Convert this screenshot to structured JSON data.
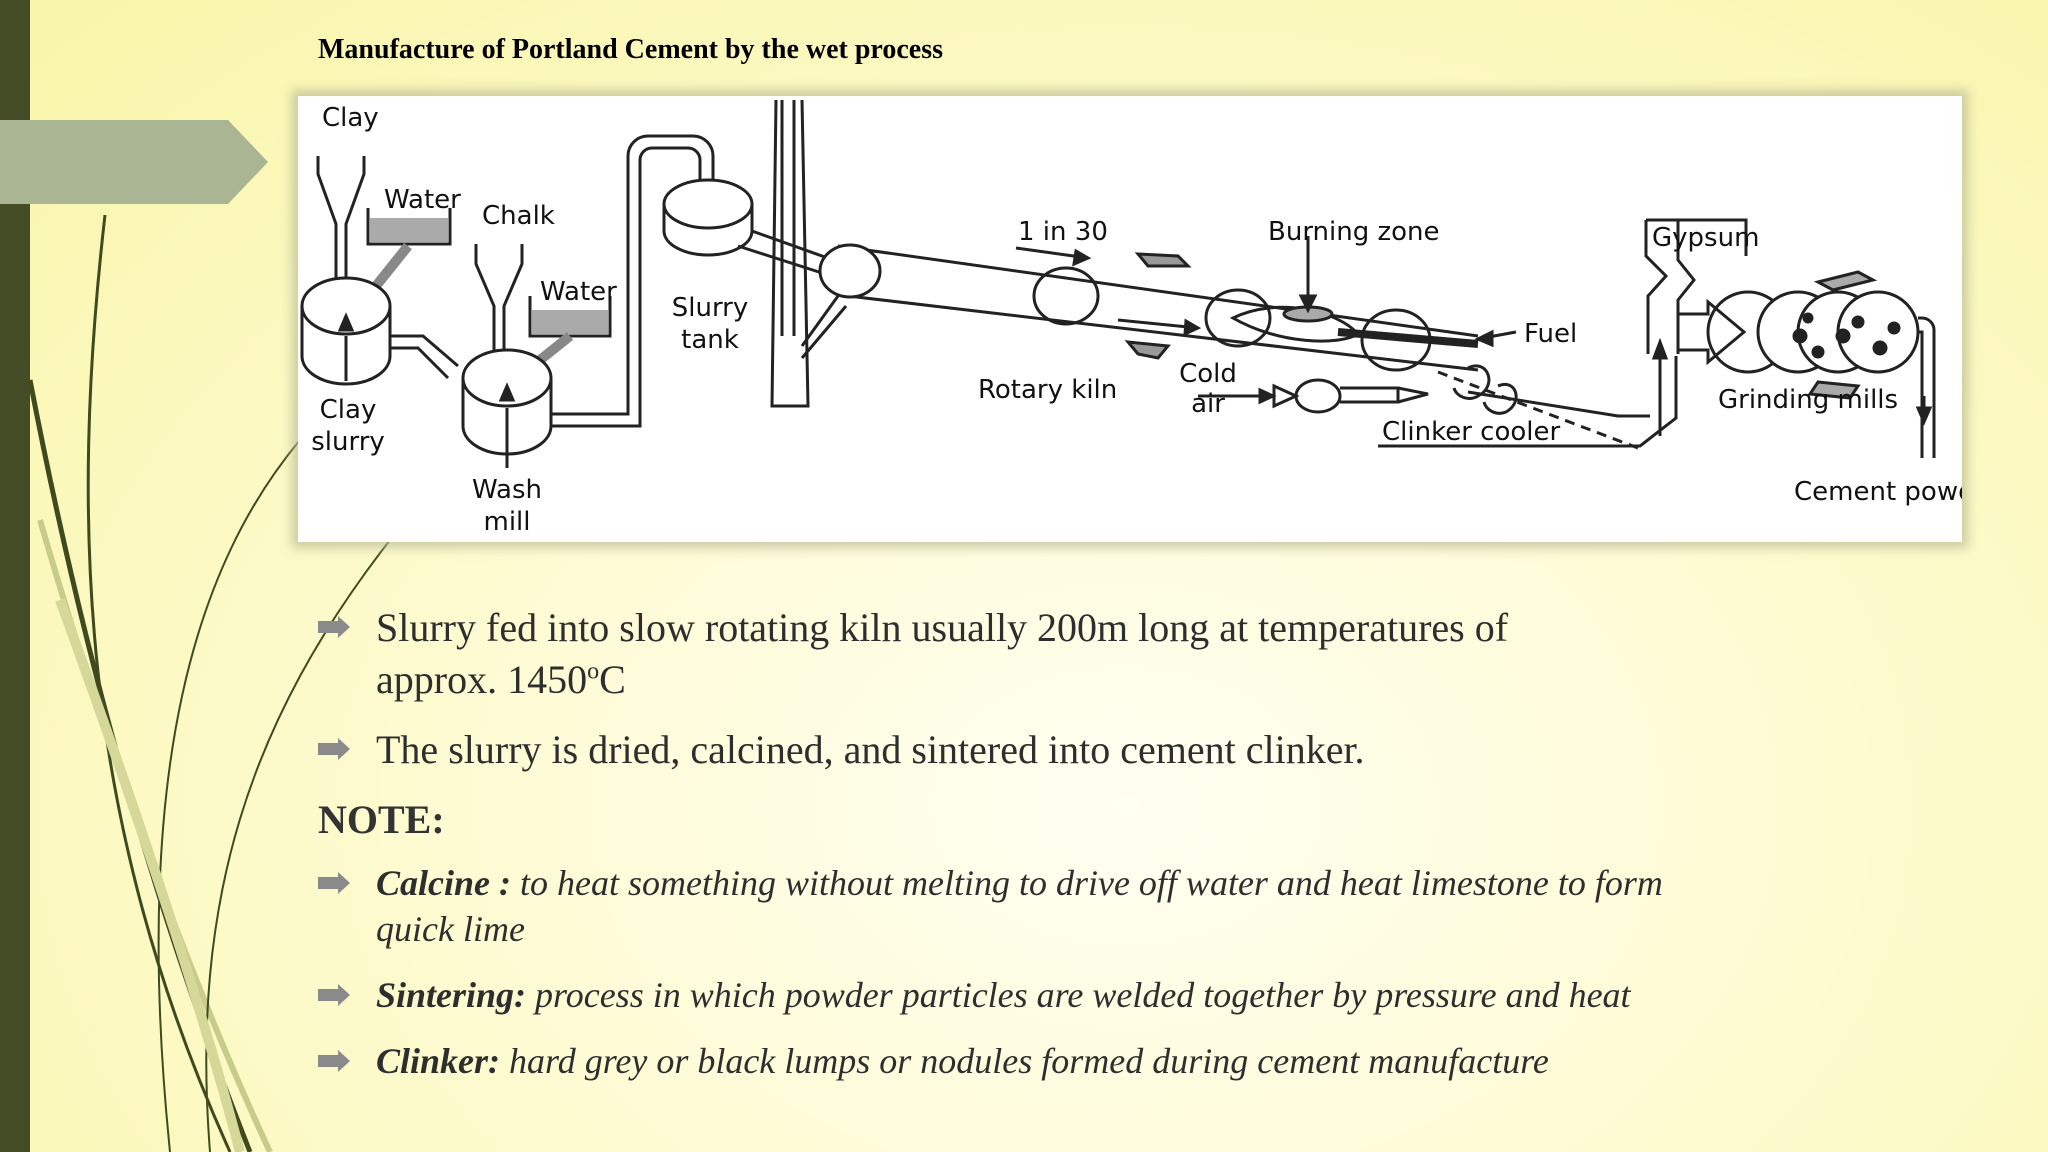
{
  "slide": {
    "title": "Manufacture of Portland Cement by the wet process",
    "colors": {
      "sidebar": "#434c25",
      "tab": "#a9b593",
      "bullet": "#8a8a8a"
    }
  },
  "diagram": {
    "labels": {
      "clay": "Clay",
      "water1": "Water",
      "chalk": "Chalk",
      "water2": "Water",
      "slurry_tank": [
        "Slurry",
        "tank"
      ],
      "clay_slurry": [
        "Clay",
        "slurry"
      ],
      "wash_mill": [
        "Wash",
        "mill"
      ],
      "slope": "1 in 30",
      "burning_zone": "Burning zone",
      "rotary_kiln": "Rotary kiln",
      "cold_air": [
        "Cold",
        "air"
      ],
      "fuel": "Fuel",
      "clinker_cooler": "Clinker cooler",
      "gypsum": "Gypsum",
      "grinding_mills": "Grinding mills",
      "cement_powder": "Cement powder"
    }
  },
  "bullets": {
    "b1_line1": "Slurry fed into slow rotating kiln usually 200m long at temperatures of",
    "b1_line2_pre": "approx. 1450",
    "b1_sup": "o",
    "b1_line2_post": "C",
    "b2": "The slurry is dried, calcined, and sintered into cement clinker."
  },
  "note": {
    "heading": "NOTE:",
    "items": [
      {
        "term": "Calcine :",
        "def": "  to heat something without melting to drive off water and heat limestone to form quick lime"
      },
      {
        "term": "Sintering:",
        "def": " process in which powder particles are welded together by pressure and heat"
      },
      {
        "term": "Clinker:",
        "def": " hard grey or black lumps or nodules formed during cement manufacture"
      }
    ]
  }
}
